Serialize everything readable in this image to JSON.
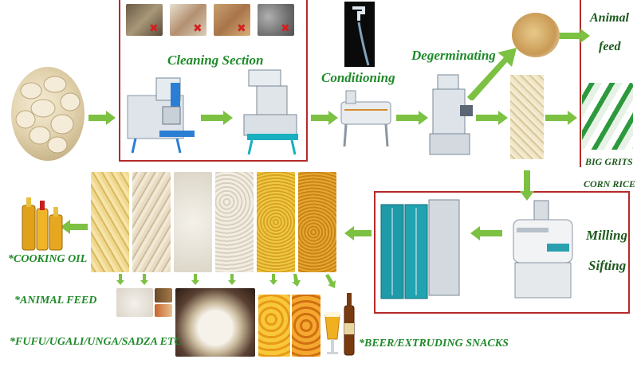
{
  "labels": {
    "cleaning": "Cleaning Section",
    "conditioning": "Conditioning",
    "degerminating": "Degerminating",
    "animal_feed_top_1": "Animal",
    "animal_feed_top_2": "feed",
    "big_grits": "BIG GRITS",
    "corn_rice": "CORN RICE",
    "milling": "Milling",
    "sifting": "Sifting",
    "cooking_oil": "*COOKING OIL",
    "animal_feed": "*ANIMAL FEED",
    "fufu": "*FUFU/UGALI/UNGA/SADZA ETC",
    "beer": "*BEER/EXTRUDING SNACKS"
  },
  "colors": {
    "arrow": "#7cc142",
    "label": "#1f8a2a",
    "divider": "#b52a2a",
    "reject": "#d42020"
  },
  "icons": {
    "reject_mark": "✖"
  }
}
